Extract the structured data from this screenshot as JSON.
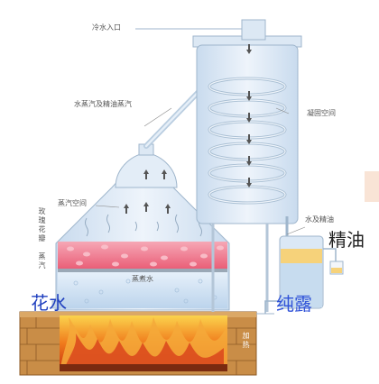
{
  "labels": {
    "cold_water_inlet": "冷水入口",
    "vapor_mix": "水蒸汽及精油蒸汽",
    "condenser": "凝固空间",
    "steam_space": "蒸汽空间",
    "rose_petals": "玫瑰花瓣",
    "steam": "蒸汽",
    "boiling_water": "蒸煮水",
    "water_and_oil": "水及精油",
    "heating": "加热"
  },
  "annotations": {
    "essential_oil": "精油",
    "flower_water": "花水",
    "hydrosol": "纯露"
  },
  "colors": {
    "vessel": "#dde9f5",
    "vessel_stroke": "#9fb6cc",
    "petals": "#f07a8e",
    "water": "#cfe2f3",
    "fire": "#ef5a1c",
    "brick": "#c98d47",
    "essential_oil": "#222222",
    "flower_water": "#1f3fbf",
    "hydrosol": "#2f52d8"
  }
}
